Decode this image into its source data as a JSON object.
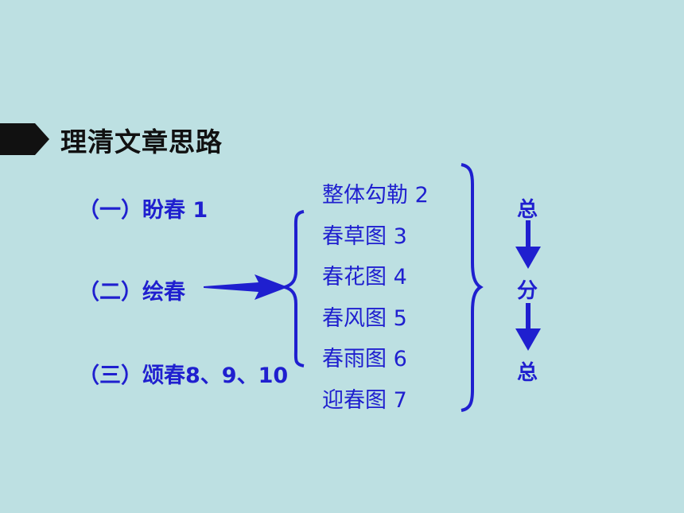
{
  "heading": {
    "title": "理清文章思路",
    "marker_icon": "arrow-tab-icon"
  },
  "parts": [
    {
      "label": "（一）盼春 1"
    },
    {
      "label": "（二）绘春"
    },
    {
      "label": "（三）颂春8、9、10"
    }
  ],
  "sub_items": [
    {
      "label": "整体勾勒 2"
    },
    {
      "label": "春草图 3"
    },
    {
      "label": "春花图 4"
    },
    {
      "label": "春风图 5"
    },
    {
      "label": "春雨图 6"
    },
    {
      "label": "迎春图 7"
    }
  ],
  "structure_flow": {
    "top": "总",
    "middle": "分",
    "bottom": "总"
  },
  "colors": {
    "background": "#bde0e2",
    "accent_blue": "#1f1fcf",
    "title_dark": "#111111"
  }
}
